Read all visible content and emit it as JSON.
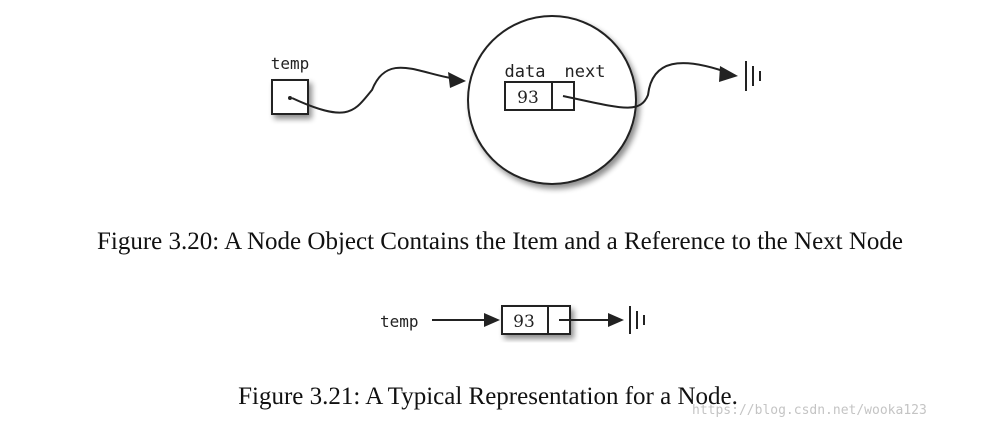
{
  "figure1": {
    "pointer_label": "temp",
    "data_label": "data",
    "next_label": "next",
    "value": "93",
    "caption": "Figure 3.20: A Node Object Contains the Item and a Reference to the Next Node"
  },
  "figure2": {
    "pointer_label": "temp",
    "value": "93",
    "caption": "Figure 3.21: A Typical Representation for a Node."
  },
  "watermark": "https://blog.csdn.net/wooka123"
}
